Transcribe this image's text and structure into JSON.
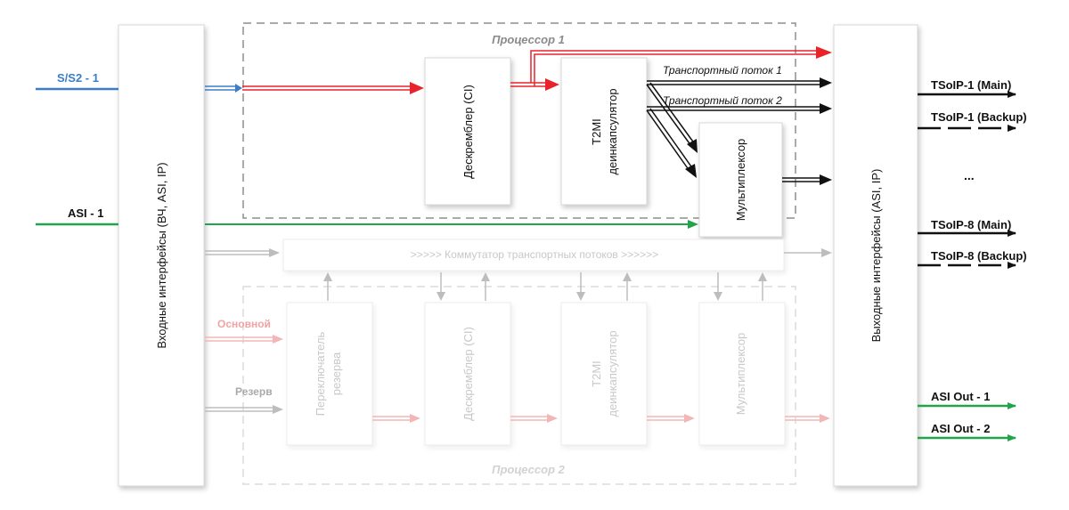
{
  "inputs": {
    "block_label": "Входные интерфейсы (ВЧ, ASI, IP)",
    "s2_label": "S/S2 - 1",
    "asi_label": "ASI - 1"
  },
  "processor1": {
    "title": "Процессор 1",
    "descrambler": "Дескремблер (CI)",
    "t2mi_line1": "T2MI",
    "t2mi_line2": "деинкапсулятор",
    "multiplexer": "Мультиплексор",
    "stream1": "Транспортный поток 1",
    "stream2": "Транспортный поток 2"
  },
  "switch": {
    "label": ">>>>>   Коммутатор транспортных потоков   >>>>>>"
  },
  "processor2": {
    "title": "Процессор 2",
    "reserve_switch_line1": "Переключатель",
    "reserve_switch_line2": "резерва",
    "descrambler": "Дескремблер (CI)",
    "t2mi_line1": "T2MI",
    "t2mi_line2": "деинкапсулятор",
    "multiplexer": "Мультиплексор",
    "main_label": "Основной",
    "reserve_label": "Резерв"
  },
  "outputs": {
    "block_label": "Выходные интерфейсы (ASI, IP)",
    "tsoip1_main": "TSoIP-1 (Main)",
    "tsoip1_backup": "TSoIP-1 (Backup)",
    "ellipsis": "...",
    "tsoip8_main": "TSoIP-8 (Main)",
    "tsoip8_backup": "TSoIP-8 (Backup)",
    "asi_out1": "ASI Out - 1",
    "asi_out2": "ASI Out - 2"
  },
  "colors": {
    "red": "#e8232a",
    "green": "#22a44a",
    "blue": "#3a7dc9",
    "pink": "#f3b6b6",
    "grey": "#bdbdbd",
    "black": "#111111"
  }
}
